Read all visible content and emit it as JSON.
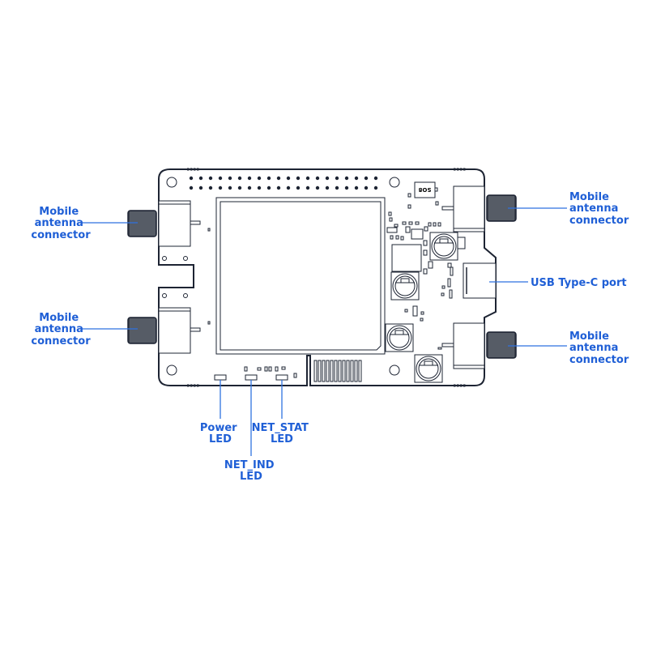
{
  "title": "Board connector and LED overview",
  "labels": {
    "antenna_top_left": [
      "Mobile",
      "antenna",
      "connector"
    ],
    "antenna_bottom_left": [
      "Mobile",
      "antenna",
      "connector"
    ],
    "antenna_top_right": [
      "Mobile",
      "antenna",
      "connector"
    ],
    "antenna_bottom_right": [
      "Mobile",
      "antenna",
      "connector"
    ],
    "usb": "USB Type-C port",
    "power_led": [
      "Power",
      "LED"
    ],
    "net_ind_led": [
      "NET_IND",
      "LED"
    ],
    "net_stat_led": [
      "NET_STAT",
      "LED"
    ]
  },
  "chip_marking": "SO8",
  "colors": {
    "label": "#1f5fd6",
    "board_line": "#1d2433"
  }
}
